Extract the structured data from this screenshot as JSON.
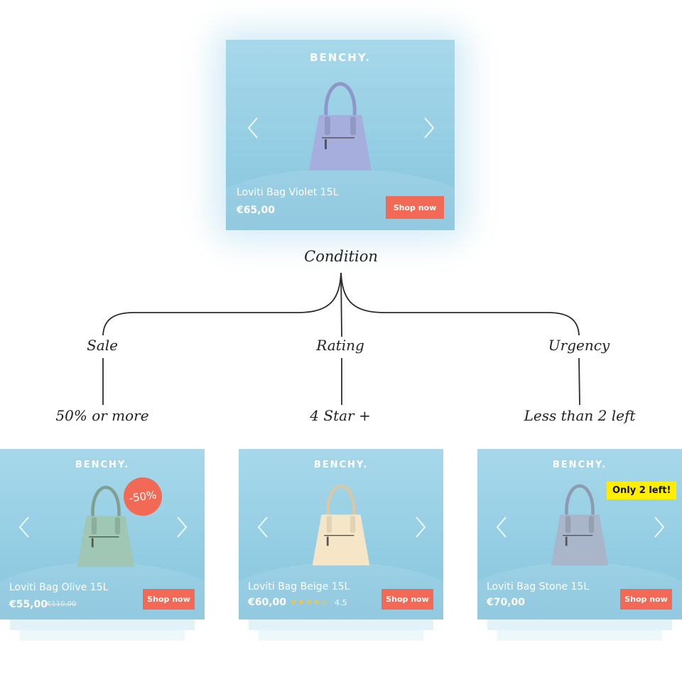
{
  "brand": "BENCHY.",
  "shop_label": "Shop now",
  "main": {
    "name": "Loviti Bag Violet 15L",
    "price": "€65,00",
    "bag_color": "#a6aedd"
  },
  "condition": "Condition",
  "branches": [
    {
      "label": "Sale",
      "rule": "50% or more"
    },
    {
      "label": "Rating",
      "rule": "4 Star +"
    },
    {
      "label": "Urgency",
      "rule": "Less than 2 left"
    }
  ],
  "cards": [
    {
      "name": "Loviti Bag Olive 15L",
      "price": "€55,00",
      "old_price": "€110,00",
      "badge": "-50%",
      "bag_color": "#9fc7b4"
    },
    {
      "name": "Loviti Bag Beige 15L",
      "price": "€60,00",
      "rating": 4.5,
      "rating_text": "4.5",
      "bag_color": "#f4e6c6"
    },
    {
      "name": "Loviti Bag Stone 15L",
      "price": "€70,00",
      "badge": "Only 2 left!",
      "bag_color": "#a9b6c9"
    }
  ],
  "colors": {
    "card": "#98d0e5",
    "cta": "#f26a55",
    "urgency_badge": "#ffee00",
    "star": "#f3c640"
  }
}
